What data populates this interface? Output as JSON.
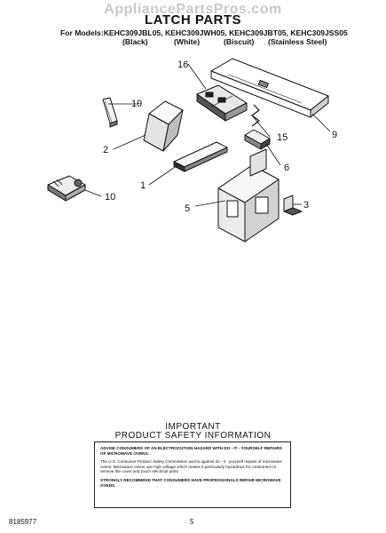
{
  "watermark": "AppliancePartsPros.com",
  "title": "LATCH PARTS",
  "models_line": "For Models:KEHC309JBL05, KEHC309JWH05, KEHC309JBT05, KEHC309JSS05",
  "finishes": [
    "(Black)",
    "(White)",
    "(Biscuit)",
    "(Stainless Steel)"
  ],
  "callouts": {
    "c16": "16",
    "c19": "19",
    "c2": "2",
    "c15": "15",
    "c9": "9",
    "c6": "6",
    "c1": "1",
    "c10": "10",
    "c5": "5",
    "c3": "3"
  },
  "notice": {
    "heading1": "IMPORTANT",
    "heading2": "PRODUCT SAFETY INFORMATION",
    "para1": "ADVISE CONSUMERS OF AN ELECTROCUTION HAZARD WITH DO - IT - YOURSELF REPAIRS OF MICROWAVE OVENS.",
    "para2": "The U.S. Consumer Product Safety Commission warns against do - it - yourself repairs of microwave ovens. Microwave ovens use high voltage which makes it particularly hazardous for consumers to remove the cover and touch electrical parts.",
    "para3": "STRONGLY RECOMMEND THAT CONSUMERS HAVE PROFESSIONALS REPAIR MICROWAVE OVENS."
  },
  "footer": {
    "part_number": "8185977",
    "page_number": "5"
  }
}
